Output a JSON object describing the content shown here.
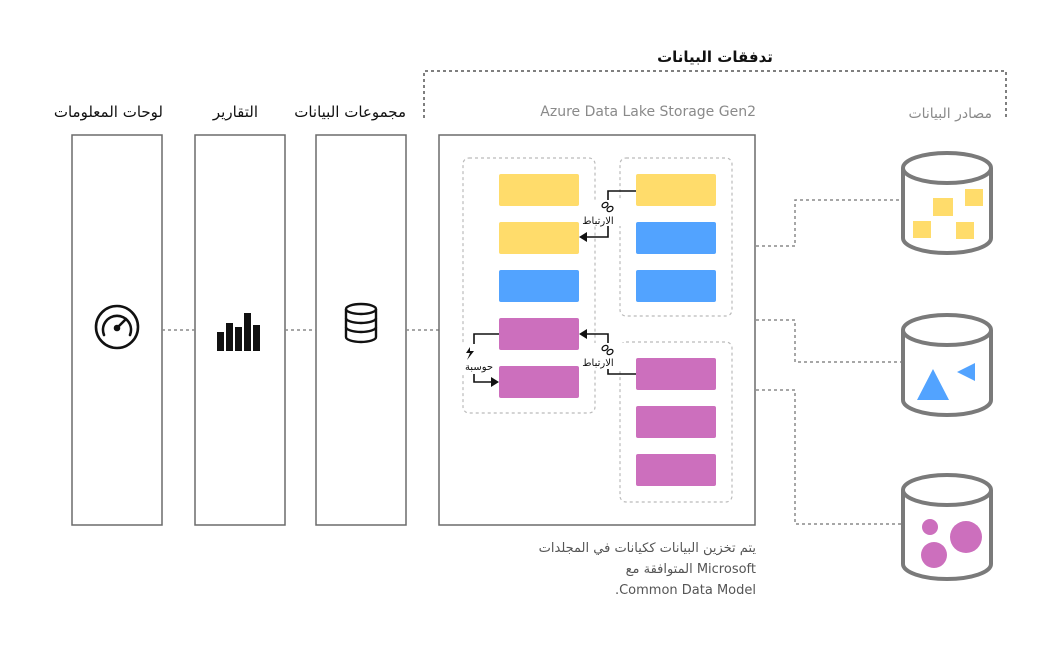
{
  "headers": {
    "dataflows": "تدفقات البيانات",
    "dashboards": "لوحات المعلومات",
    "reports": "التقارير",
    "datasets": "مجموعات البيانات",
    "storage": "Azure Data Lake Storage Gen2",
    "data_sources": "مصادر البيانات"
  },
  "labels": {
    "link_top": "الارتباط",
    "link_bottom": "الارتباط",
    "computed": "حوسبة"
  },
  "note": {
    "line1": "يتم تخزين البيانات ككيانات في المجلدات",
    "line2": "المتوافقة مع Microsoft",
    "line3": ".Common Data Model"
  },
  "icons": {
    "dashboards": "speedometer-icon",
    "reports": "bar-chart-icon",
    "datasets": "database-icon",
    "link": "link-icon",
    "computed": "lightning-icon"
  },
  "colors": {
    "yellow": "#ffdc6b",
    "blue": "#52a3ff",
    "magenta": "#cc6fbd",
    "border": "#6b6b6b",
    "dashed": "#8a8a8a",
    "cylinder": "#7a7a7a"
  }
}
